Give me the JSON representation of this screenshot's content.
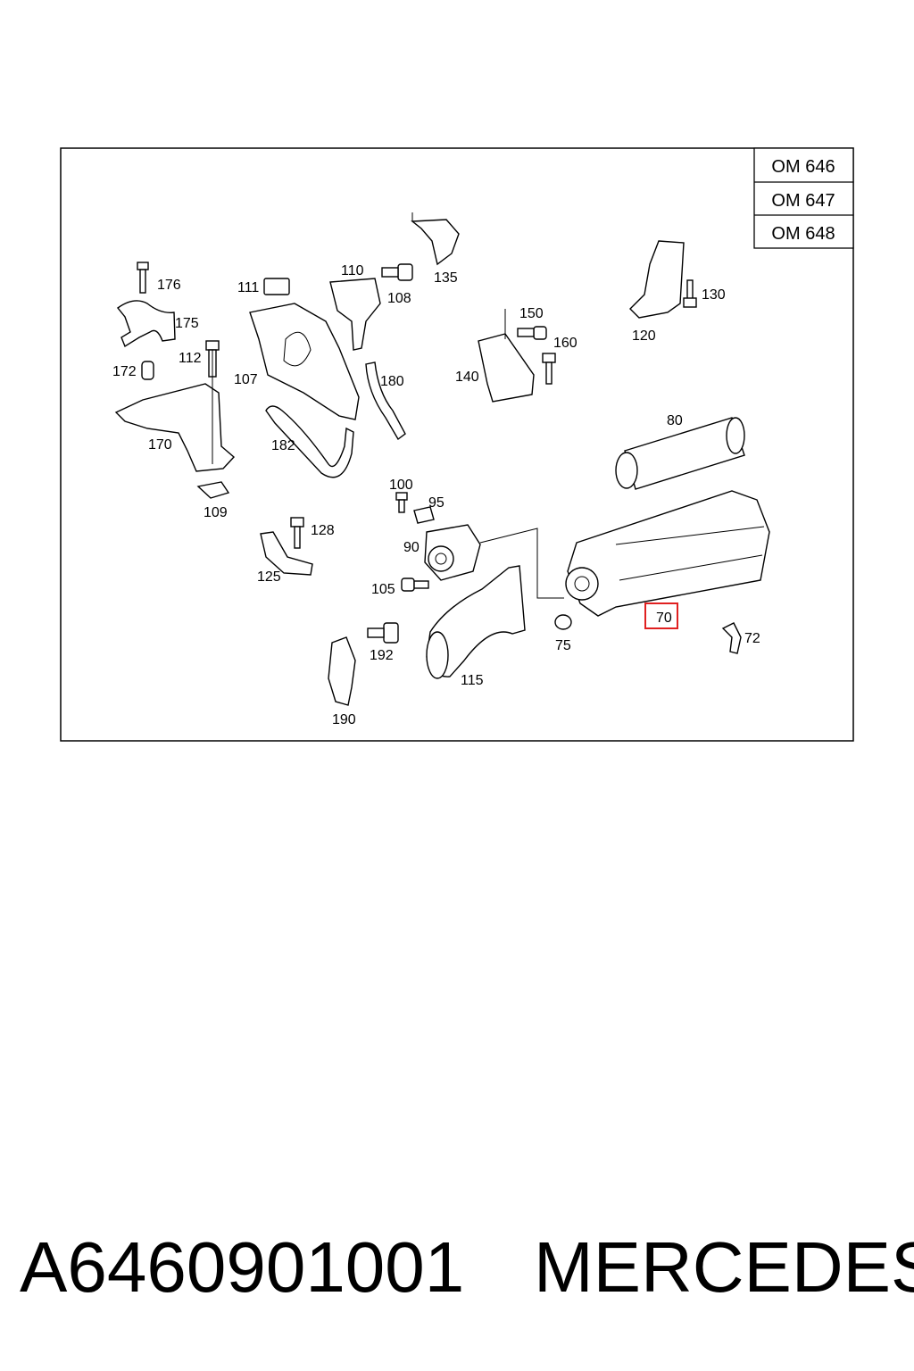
{
  "engine_variants": [
    "OM 646",
    "OM 647",
    "OM 648"
  ],
  "highlight": {
    "label": "70",
    "color": "#e02020"
  },
  "callouts": {
    "c176": "176",
    "c175": "175",
    "c172": "172",
    "c112": "112",
    "c170": "170",
    "c109": "109",
    "c111": "111",
    "c110": "110",
    "c108": "108",
    "c107": "107",
    "c180": "180",
    "c182": "182",
    "c135": "135",
    "c150": "150",
    "c160": "160",
    "c140": "140",
    "c120": "120",
    "c130": "130",
    "c80": "80",
    "c100": "100",
    "c95": "95",
    "c90": "90",
    "c128": "128",
    "c125": "125",
    "c105": "105",
    "c192": "192",
    "c190": "190",
    "c115": "115",
    "c75": "75",
    "c72": "72"
  },
  "footer": {
    "part_number": "A6460901001",
    "brand": "MERCEDES"
  }
}
